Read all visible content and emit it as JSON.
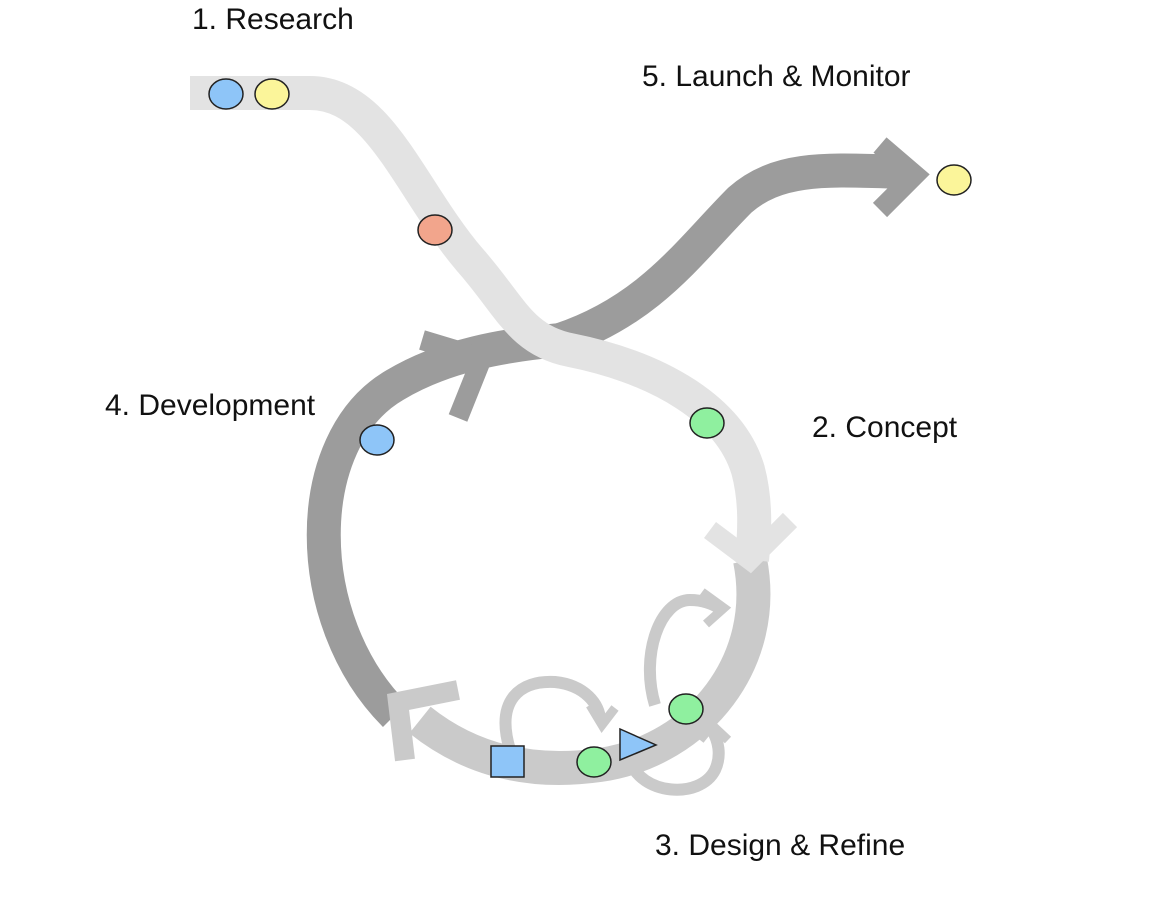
{
  "stages": {
    "research": "1. Research",
    "concept": "2. Concept",
    "design": "3. Design & Refine",
    "development": "4. Development",
    "launch": "5. Launch & Monitor"
  },
  "colors": {
    "track_light": "#e3e3e3",
    "track_mid": "#cacaca",
    "track_dark": "#9c9c9c",
    "token_blue": "#8ec5f8",
    "token_yellow": "#fbf59a",
    "token_salmon": "#f2a58c",
    "token_green": "#8ff09f",
    "outline": "#222222"
  },
  "tokens": [
    {
      "name": "research-token-blue",
      "shape": "circle",
      "color": "token_blue"
    },
    {
      "name": "research-token-yellow",
      "shape": "circle",
      "color": "token_yellow"
    },
    {
      "name": "research-token-salmon",
      "shape": "circle",
      "color": "token_salmon"
    },
    {
      "name": "concept-token-green",
      "shape": "circle",
      "color": "token_green"
    },
    {
      "name": "design-token-green-upper",
      "shape": "circle",
      "color": "token_green"
    },
    {
      "name": "design-token-green-lower",
      "shape": "circle",
      "color": "token_green"
    },
    {
      "name": "design-token-triangle",
      "shape": "triangle",
      "color": "token_blue"
    },
    {
      "name": "design-token-square",
      "shape": "square",
      "color": "token_blue"
    },
    {
      "name": "development-token-blue",
      "shape": "circle",
      "color": "token_blue"
    },
    {
      "name": "launch-token-yellow",
      "shape": "circle",
      "color": "token_yellow"
    }
  ]
}
